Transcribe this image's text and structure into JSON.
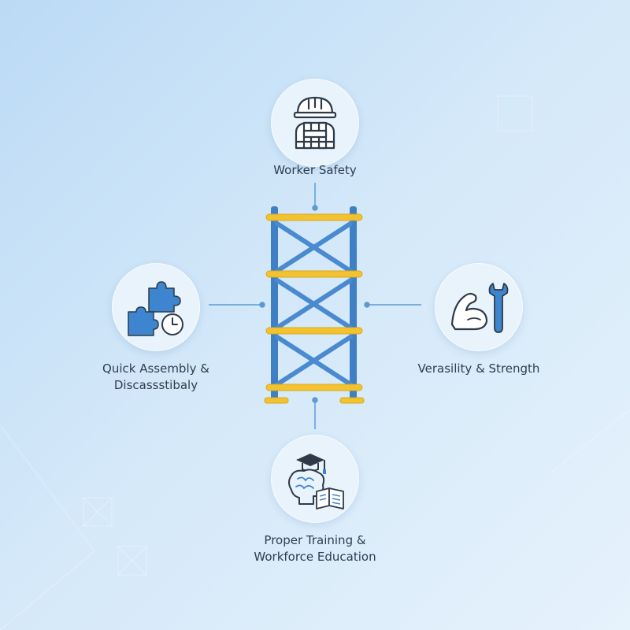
{
  "nodes": {
    "worker_safety": {
      "label": "Worker Safety",
      "icon": "hard-hat-worker-icon"
    },
    "quick_assembly": {
      "line1": "Quick Assembly &",
      "line2": "Discassstibaly",
      "icon": "puzzle-clock-icon"
    },
    "versatility": {
      "label": "Verasility & Strength",
      "icon": "muscle-wrench-icon"
    },
    "training": {
      "line1": "Proper Training &",
      "line2": "Workforce Education",
      "icon": "brain-graduation-book-icon"
    }
  },
  "colors": {
    "scaffold_frame": "#3f7fc4",
    "scaffold_plank": "#f2c230",
    "icon_blue": "#3d86cf",
    "icon_dark": "#2f3a48",
    "connector": "#5b9bd5"
  }
}
